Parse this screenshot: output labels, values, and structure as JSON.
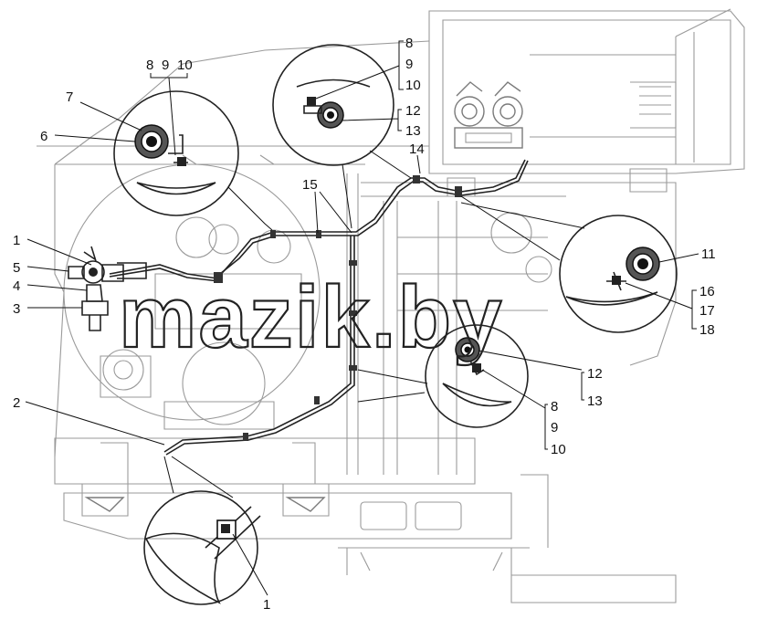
{
  "diagram": {
    "labels": {
      "c1a": "1",
      "c1b": "1",
      "c2": "2",
      "c3": "3",
      "c4": "4",
      "c5": "5",
      "c6": "6",
      "c7": "7",
      "c8a": "8",
      "c9a": "9",
      "c10a": "10",
      "c8b": "8",
      "c9b": "9",
      "c10b": "10",
      "c8c": "8",
      "c9c": "9",
      "c10c": "10",
      "c11": "11",
      "c12a": "12",
      "c13a": "13",
      "c12b": "12",
      "c13b": "13",
      "c14": "14",
      "c15": "15",
      "c16": "16",
      "c17": "17",
      "c18": "18"
    },
    "watermark": "mazik.by"
  }
}
